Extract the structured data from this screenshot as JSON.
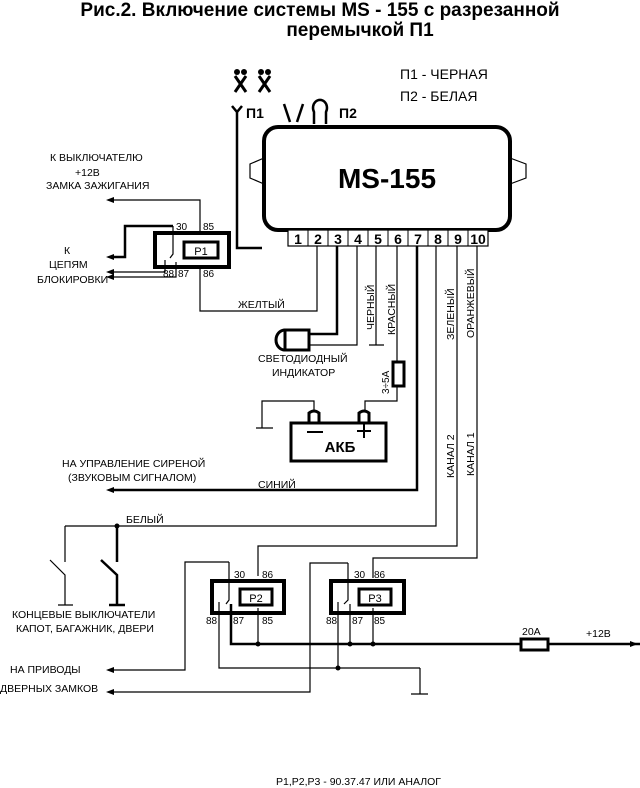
{
  "title": {
    "line1": "Рис.2.  Включение системы MS - 155 с разрезанной",
    "line2": "перемычкой  П1"
  },
  "legend": {
    "p1": "П1 - ЧЕРНАЯ",
    "p2": "П2 - БЕЛАЯ"
  },
  "jumpers": {
    "p1": "П1",
    "p2": "П2",
    "cut_icon": "scissors-icon"
  },
  "unit": {
    "name": "MS-155",
    "pins": [
      "1",
      "2",
      "3",
      "4",
      "5",
      "6",
      "7",
      "8",
      "9",
      "10"
    ]
  },
  "wires": {
    "yellow": "ЖЕЛТЫЙ",
    "black": "ЧЕРНЫЙ",
    "red": "КРАСНЫЙ",
    "green": "ЗЕЛЕНЫЙ",
    "orange": "ОРАНЖЕВЫЙ",
    "blue": "СИНИЙ",
    "white": "БЕЛЫЙ",
    "channel2": "КАНАЛ 2",
    "channel1": "КАНАЛ 1"
  },
  "labels": {
    "to_switch": "К ВЫКЛЮЧАТЕЛЮ",
    "plus12_ign": "+12В",
    "ignition_lock": "ЗАМКА ЗАЖИГАНИЯ",
    "to": "К",
    "circuits": "ЦЕПЯМ",
    "blocking": "БЛОКИРОВКИ",
    "led1": "СВЕТОДИОДНЫЙ",
    "led2": "ИНДИКАТОР",
    "fuse_small": "3÷5А",
    "battery": "АКБ",
    "siren1": "НА УПРАВЛЕНИЕ СИРЕНОЙ",
    "siren2": "(ЗВУКОВЫМ СИГНАЛОМ)",
    "limit1": "КОНЦЕВЫЕ ВЫКЛЮЧАТЕЛИ",
    "limit2": "КАПОТ, БАГАЖНИК, ДВЕРИ",
    "drives1": "НА  ПРИВОДЫ",
    "drives2": "ДВЕРНЫХ ЗАМКОВ",
    "fuse_main": "20А",
    "plus12": "+12В",
    "footnote": "Р1,Р2,Р3 - 90.37.47  ИЛИ АНАЛОГ"
  },
  "relays": [
    {
      "name": "Р1",
      "pins": [
        "30",
        "85",
        "88",
        "87",
        "86"
      ]
    },
    {
      "name": "Р2",
      "pins": [
        "30",
        "86",
        "88",
        "87",
        "85"
      ]
    },
    {
      "name": "Р3",
      "pins": [
        "30",
        "86",
        "88",
        "87",
        "85"
      ]
    }
  ]
}
